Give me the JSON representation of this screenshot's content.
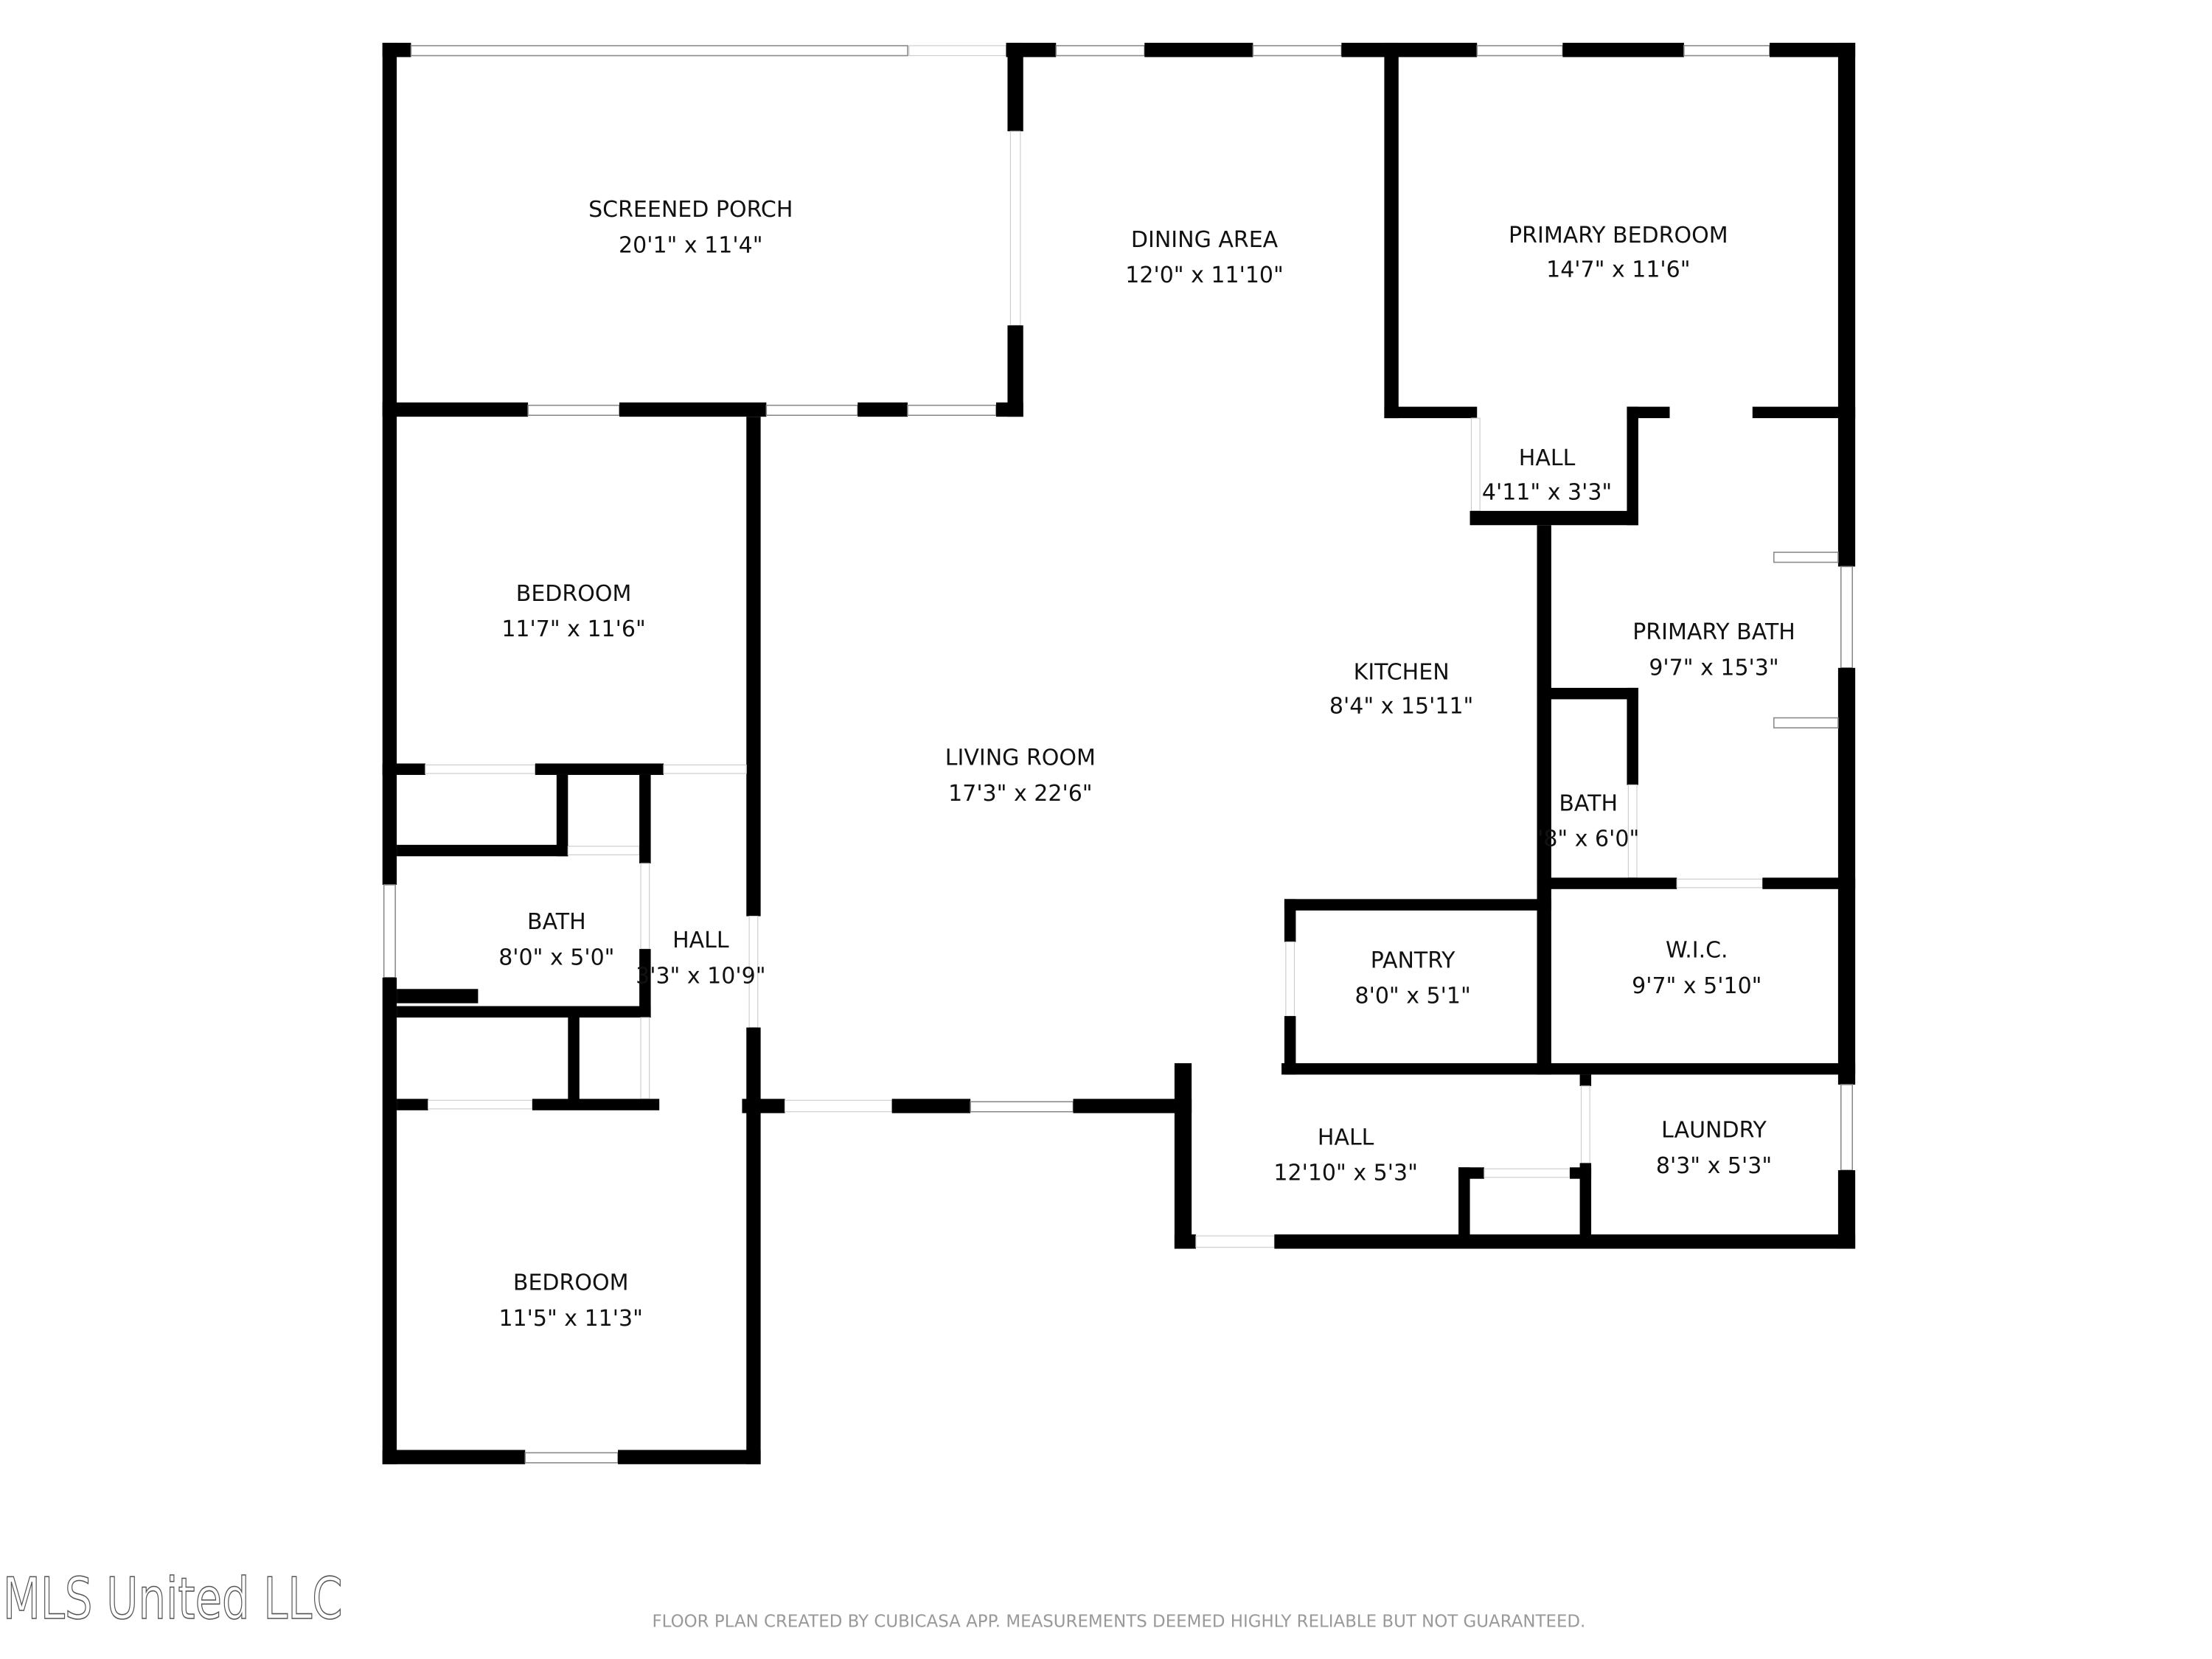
{
  "rooms": [
    {
      "name": "SCREENED PORCH",
      "dims": "20'1\" x 11'4\""
    },
    {
      "name": "DINING AREA",
      "dims": "12'0\" x 11'10\""
    },
    {
      "name": "PRIMARY BEDROOM",
      "dims": "14'7\" x 11'6\""
    },
    {
      "name": "HALL",
      "dims": "4'11\" x 3'3\""
    },
    {
      "name": "PRIMARY BATH",
      "dims": "9'7\" x 15'3\""
    },
    {
      "name": "KITCHEN",
      "dims": "8'4\" x 15'11\""
    },
    {
      "name": "BEDROOM",
      "dims": "11'7\" x 11'6\""
    },
    {
      "name": "LIVING ROOM",
      "dims": "17'3\" x 22'6\""
    },
    {
      "name": "BATH",
      "dims": "'8\" x 6'0\""
    },
    {
      "name": "BATH",
      "dims": "8'0\" x 5'0\""
    },
    {
      "name": "HALL",
      "dims": "3'3\" x 10'9\""
    },
    {
      "name": "PANTRY",
      "dims": "8'0\" x 5'1\""
    },
    {
      "name": "W.I.C.",
      "dims": "9'7\" x 5'10\""
    },
    {
      "name": "HALL",
      "dims": "12'10\" x 5'3\""
    },
    {
      "name": "LAUNDRY",
      "dims": "8'3\" x 5'3\""
    },
    {
      "name": "BEDROOM",
      "dims": "11'5\" x 11'3\""
    }
  ],
  "watermark": "MLS United LLC",
  "footer": "FLOOR PLAN CREATED BY CUBICASA APP. MEASUREMENTS DEEMED HIGHLY RELIABLE BUT NOT GUARANTEED.",
  "colors": {
    "wall": "#000000",
    "background": "#ffffff",
    "footer_text": "#999999"
  }
}
